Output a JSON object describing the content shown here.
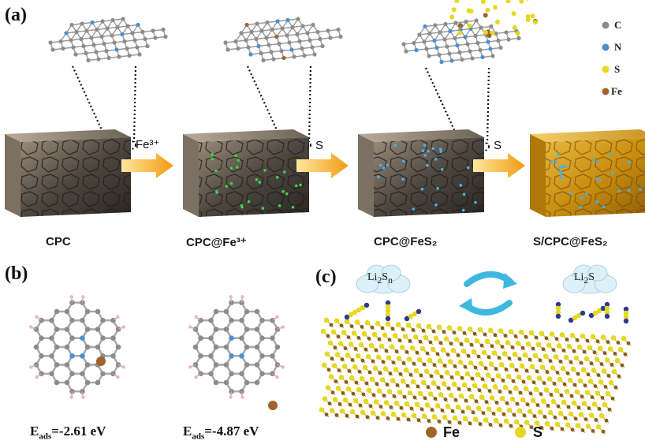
{
  "panels": {
    "a": "(a)",
    "b": "(b)",
    "c": "(c)"
  },
  "panel_a": {
    "stages": [
      "CPC",
      "CPC@Fe³⁺",
      "CPC@FeS₂",
      "S/CPC@FeS₂"
    ],
    "arrows": [
      "Fe³⁺",
      "S",
      "S"
    ],
    "legend": [
      {
        "label": "C",
        "color": "#8c8c8c"
      },
      {
        "label": "N",
        "color": "#4a90d0"
      },
      {
        "label": "S",
        "color": "#e6d820"
      },
      {
        "label": "Fe",
        "color": "#a0642a"
      }
    ]
  },
  "panel_b": {
    "eads_left_prefix": "E",
    "eads_left_sub": "ads",
    "eads_left_value": "=-2.61 eV",
    "eads_right_prefix": "E",
    "eads_right_sub": "ads",
    "eads_right_value": "=-4.87 eV"
  },
  "panel_c": {
    "bubble_left_main": "Li",
    "bubble_left_sub": "2",
    "bubble_left_s": "S",
    "bubble_left_n": "n",
    "bubble_right_main": "Li",
    "bubble_right_sub": "2",
    "bubble_right_s": "S",
    "legend_fe": "Fe",
    "legend_s": "S"
  },
  "colors": {
    "carbon": "#8c8c8c",
    "nitrogen": "#4a90d0",
    "sulfur": "#e6d820",
    "iron": "#a0642a",
    "arrow": "#f5a31a",
    "cycle": "#3fb8e0"
  }
}
